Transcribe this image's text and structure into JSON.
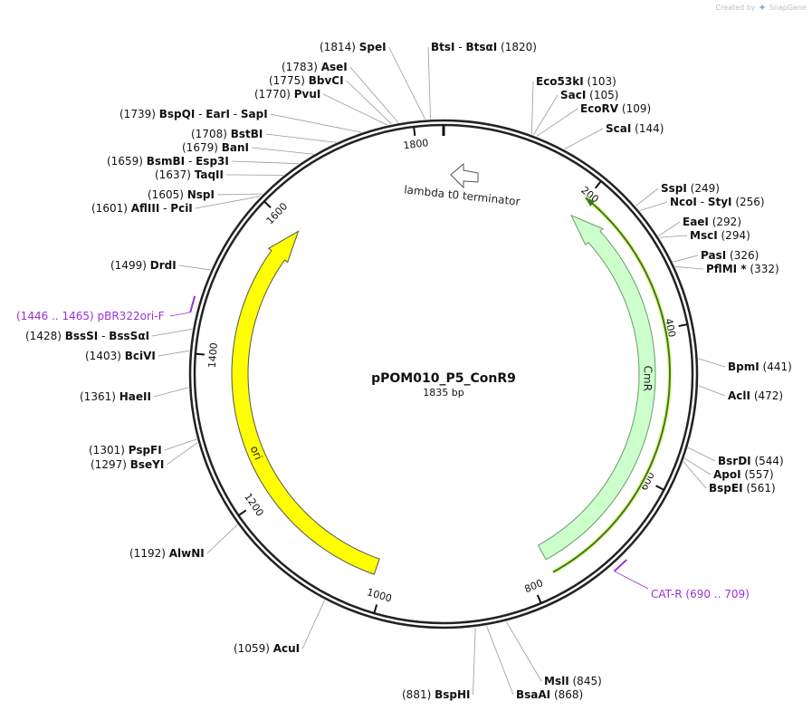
{
  "branding": {
    "created_by": "Created by",
    "product": "SnapGene",
    "logo_icon": "snapgene-logo-icon"
  },
  "plasmid": {
    "name": "pPOM010_P5_ConR9",
    "length_label": "1835 bp",
    "length": 1835
  },
  "colors": {
    "backbone": "#222222",
    "ori": "#ffff00",
    "cmr": "#ccffcc",
    "cmr_primer_bar": "#3a7a1a",
    "primer": "#9b30d9",
    "leader_line": "#999999"
  },
  "ticks": [
    {
      "bp": 200,
      "label": "200"
    },
    {
      "bp": 400,
      "label": "400"
    },
    {
      "bp": 600,
      "label": "600"
    },
    {
      "bp": 800,
      "label": "800"
    },
    {
      "bp": 1000,
      "label": "1000"
    },
    {
      "bp": 1200,
      "label": "1200"
    },
    {
      "bp": 1400,
      "label": "1400"
    },
    {
      "bp": 1600,
      "label": "1600"
    },
    {
      "bp": 1800,
      "label": "1800"
    }
  ],
  "features": [
    {
      "name": "ori",
      "label": "ori",
      "start": 1015,
      "end": 1603,
      "direction": "forward",
      "color": "#ffff00",
      "label_bp": 1260
    },
    {
      "name": "CmR",
      "label": "CmR",
      "start": 198,
      "end": 770,
      "direction": "reverse",
      "color": "#ccffcc",
      "label_bp": 465
    },
    {
      "name": "lambda-t0-terminator",
      "label": "lambda t0 terminator",
      "start": 1835,
      "end": 105,
      "direction": "reverse",
      "color": "#ffffff"
    }
  ],
  "primers": [
    {
      "name": "pBR322ori-F",
      "range": "(1446 .. 1465)",
      "start": 1446,
      "end": 1465,
      "side": "left"
    },
    {
      "name": "CAT-R",
      "range": "(690 .. 709)",
      "start": 690,
      "end": 709,
      "side": "right"
    }
  ],
  "sites": [
    {
      "bp": 1814,
      "name": "SpeI",
      "position": "(1814)",
      "side": "left",
      "row": 0
    },
    {
      "bp": 1820,
      "name": "BtsI",
      "name2": "BtsαI",
      "position": "(1820)",
      "side": "right",
      "row": 0
    },
    {
      "bp": 1783,
      "name": "AseI",
      "position": "(1783)",
      "side": "left",
      "row": 1
    },
    {
      "bp": 1775,
      "name": "BbvCI",
      "position": "(1775)",
      "side": "left",
      "row": 2
    },
    {
      "bp": 1770,
      "name": "PvuI",
      "position": "(1770)",
      "side": "left",
      "row": 3
    },
    {
      "bp": 1739,
      "name": "BspQI",
      "name2": "EarI",
      "name3": "SapI",
      "position": "(1739)",
      "side": "left",
      "row": 4
    },
    {
      "bp": 1708,
      "name": "BstBI",
      "position": "(1708)",
      "side": "left",
      "row": 5
    },
    {
      "bp": 1679,
      "name": "BanI",
      "position": "(1679)",
      "side": "left",
      "row": 6
    },
    {
      "bp": 1659,
      "name": "BsmBI",
      "name2": "Esp3I",
      "position": "(1659)",
      "side": "left",
      "row": 7
    },
    {
      "bp": 1637,
      "name": "TaqII",
      "position": "(1637)",
      "side": "left",
      "row": 8
    },
    {
      "bp": 1605,
      "name": "NspI",
      "position": "(1605)",
      "side": "left",
      "row": 9
    },
    {
      "bp": 1601,
      "name": "AflIII",
      "name2": "PciI",
      "position": "(1601)",
      "side": "left",
      "row": 10
    },
    {
      "bp": 1499,
      "name": "DrdI",
      "position": "(1499)",
      "side": "left",
      "row": 11
    },
    {
      "bp": 1428,
      "name": "BssSI",
      "name2": "BssSαI",
      "position": "(1428)",
      "side": "left",
      "row": 12
    },
    {
      "bp": 1403,
      "name": "BciVI",
      "position": "(1403)",
      "side": "left",
      "row": 13
    },
    {
      "bp": 1361,
      "name": "HaeII",
      "position": "(1361)",
      "side": "left",
      "row": 14
    },
    {
      "bp": 1301,
      "name": "PspFI",
      "position": "(1301)",
      "side": "left",
      "row": 15
    },
    {
      "bp": 1297,
      "name": "BseYI",
      "position": "(1297)",
      "side": "left",
      "row": 16
    },
    {
      "bp": 1192,
      "name": "AlwNI",
      "position": "(1192)",
      "side": "left",
      "row": 17
    },
    {
      "bp": 1059,
      "name": "AcuI",
      "position": "(1059)",
      "side": "left",
      "row": 18
    },
    {
      "bp": 881,
      "name": "BspHI",
      "position": "(881)",
      "side": "left",
      "row": 19
    },
    {
      "bp": 868,
      "name": "BsaAI",
      "position": "(868)",
      "side": "right",
      "row": 20
    },
    {
      "bp": 845,
      "name": "MslI",
      "position": "(845)",
      "side": "right",
      "row": 21
    },
    {
      "bp": 103,
      "name": "Eco53kI",
      "position": "(103)",
      "side": "right",
      "row": 22
    },
    {
      "bp": 105,
      "name": "SacI",
      "position": "(105)",
      "side": "right",
      "row": 23
    },
    {
      "bp": 109,
      "name": "EcoRV",
      "position": "(109)",
      "side": "right",
      "row": 24
    },
    {
      "bp": 144,
      "name": "ScaI",
      "position": "(144)",
      "side": "right",
      "row": 25
    },
    {
      "bp": 249,
      "name": "SspI",
      "position": "(249)",
      "side": "right",
      "row": 26
    },
    {
      "bp": 256,
      "name": "NcoI",
      "name2": "StyI",
      "position": "(256)",
      "side": "right",
      "row": 27
    },
    {
      "bp": 292,
      "name": "EaeI",
      "position": "(292)",
      "side": "right",
      "row": 28
    },
    {
      "bp": 294,
      "name": "MscI",
      "position": "(294)",
      "side": "right",
      "row": 29
    },
    {
      "bp": 326,
      "name": "PasI",
      "position": "(326)",
      "side": "right",
      "row": 30
    },
    {
      "bp": 332,
      "name": "PflMI *",
      "position": "(332)",
      "side": "right",
      "row": 31
    },
    {
      "bp": 441,
      "name": "BpmI",
      "position": "(441)",
      "side": "right",
      "row": 32
    },
    {
      "bp": 472,
      "name": "AclI",
      "position": "(472)",
      "side": "right",
      "row": 33
    },
    {
      "bp": 544,
      "name": "BsrDI",
      "position": "(544)",
      "side": "right",
      "row": 34
    },
    {
      "bp": 557,
      "name": "ApoI",
      "position": "(557)",
      "side": "right",
      "row": 35
    },
    {
      "bp": 561,
      "name": "BspEI",
      "position": "(561)",
      "side": "right",
      "row": 36
    }
  ]
}
